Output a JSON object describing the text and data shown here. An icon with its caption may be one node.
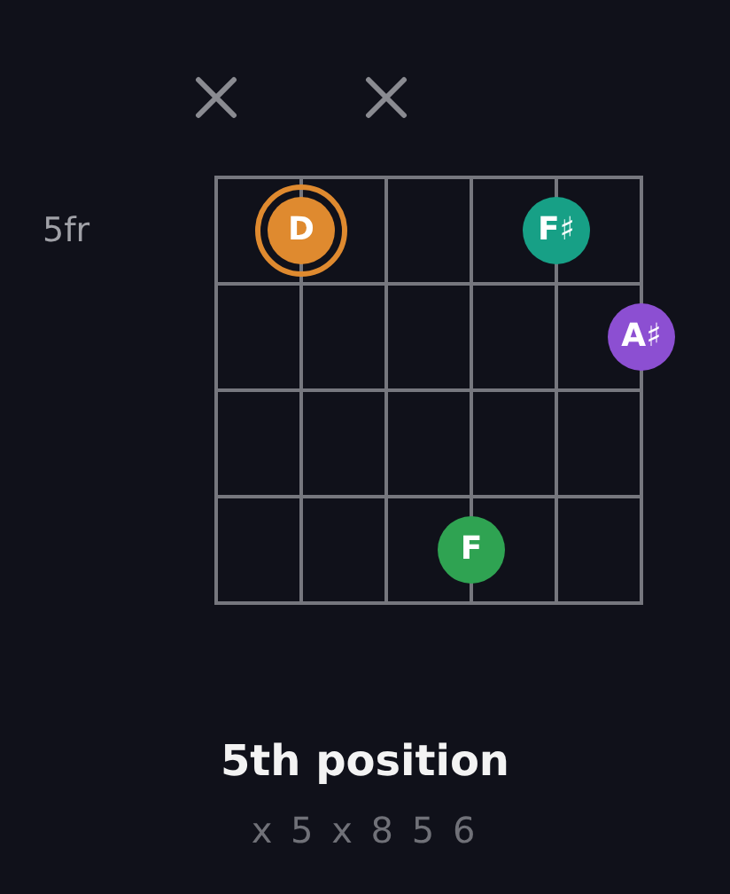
{
  "diagram": {
    "title": "5th position",
    "caption": "x 5 x 8 5 6",
    "nodes": [
      {
        "text": [
          "D"
        ]
      },
      {
        "text": [
          "F♯"
        ]
      },
      {
        "text": [
          "A♯"
        ]
      },
      {
        "text": [
          "F"
        ]
      }
    ],
    "labels": [
      "5fr"
    ]
  }
}
